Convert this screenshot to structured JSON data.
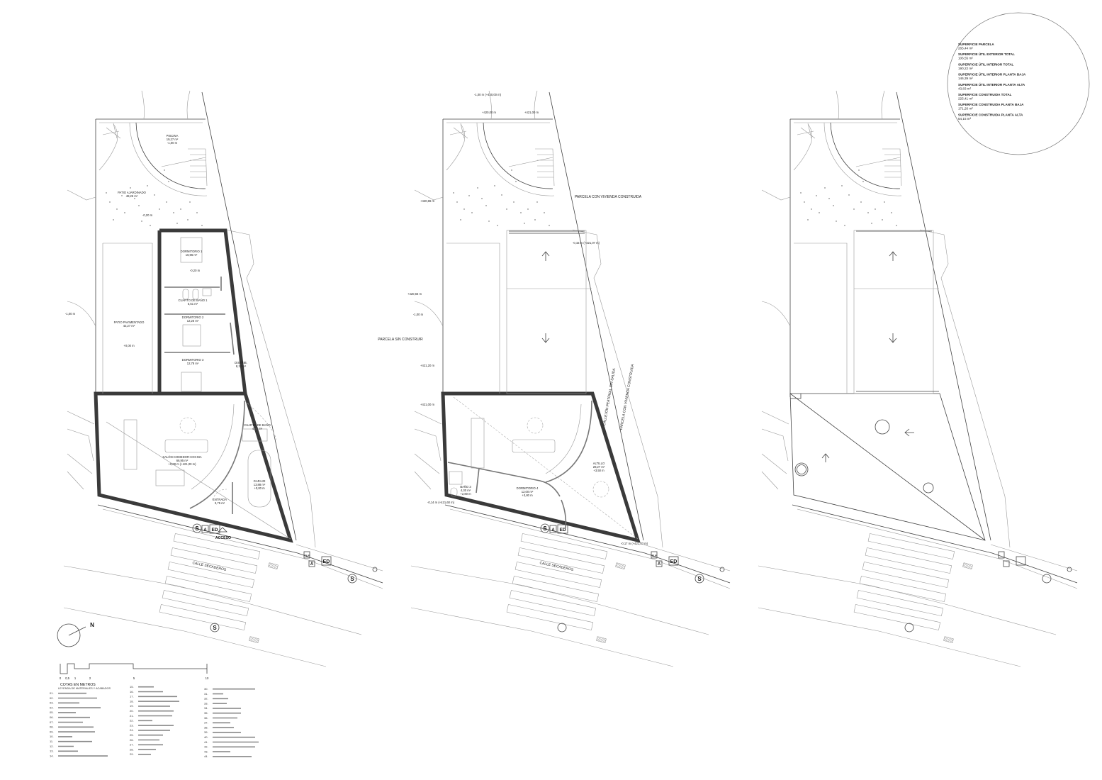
{
  "surfaces": [
    {
      "label": "SUPERFICIE PARCELA",
      "value": "265,44 m²"
    },
    {
      "label": "SUPERFICIE ÚTIL EXTERIOR TOTAL",
      "value": "106,55 m²"
    },
    {
      "label": "SUPERFICIE ÚTIL INTERIOR TOTAL",
      "value": "190,22 m²"
    },
    {
      "label": "SUPERFICIE ÚTIL INTERIOR PLANTA BAJA",
      "value": "146,39 m²"
    },
    {
      "label": "SUPERFICIE ÚTIL INTERIOR PLANTA ALTA",
      "value": "43,83 m²"
    },
    {
      "label": "SUPERFICIE CONSTRUIDA TOTAL",
      "value": "225,41 m²"
    },
    {
      "label": "SUPERFICIE CONSTRUIDA PLANTA BAJA",
      "value": "171,26 m²"
    },
    {
      "label": "SUPERFICIE CONSTRUIDA PLANTA ALTA",
      "value": "54,15 m²"
    }
  ],
  "plan1": {
    "rooms": [
      {
        "name": "PISCINA",
        "area": "19,27 m²",
        "level": "-1,00 m"
      },
      {
        "name": "PATIO AJARDINADO",
        "area": "48,26 m²",
        "level": "-0,20 m"
      },
      {
        "name": "DORMITORIO 1",
        "area": "16,96 m²",
        "level": "-0,20 m"
      },
      {
        "name": "CUARTO DE BAÑO 1",
        "area": "5,51 m²",
        "level": ""
      },
      {
        "name": "DORMITORIO 2",
        "area": "12,26 m²",
        "level": ""
      },
      {
        "name": "DORMITORIO 3",
        "area": "12,78 m²",
        "level": ""
      },
      {
        "name": "DISTRIB.",
        "area": "8,10 m²",
        "level": ""
      },
      {
        "name": "PATIO PAVIMENTADO",
        "area": "42,27 m²",
        "level": "+0,00 m"
      },
      {
        "name": "CUARTO DE BAÑO",
        "area": "4,18 m²",
        "level": ""
      },
      {
        "name": "SALÓN-COMEDOR-COCINA",
        "area": "66,95 m²",
        "level": "+0,00 m (+421,00 m)"
      },
      {
        "name": "GARAJE",
        "area": "13,88 m²",
        "level": "+0,00 m"
      },
      {
        "name": "ENTRADA",
        "area": "3,75 m²",
        "level": ""
      }
    ],
    "access": "ACCESO",
    "level_left": "-1,00 m"
  },
  "plan2": {
    "neighbor_built": "PARCELA CON VIVIENDA CONSTRUIDA",
    "neighbor_empty": "PARCELA SIN CONSTRUIR",
    "alley": "CALLEJÓN PEATONAL SIN SALIDA",
    "neighbor_built_side": "PARCELA CON VIVIENDA CONSTRUIDA",
    "top_level": "-1,00 m (+420,00 m)",
    "levels": [
      "+420,00 m",
      "+421,00 m",
      "+420,86 m",
      "-1,00 m",
      "+420,66 m",
      "-0,15 m (+421,07 m)",
      "+421,20 m",
      "+421,00 m",
      "-0,14 m (+421,60 m)",
      "-0,17 m (+421,83 m)"
    ],
    "rooms": [
      {
        "name": "ALTILLO",
        "area": "28,27 m²",
        "level": "+3,50 m"
      },
      {
        "name": "BAÑO 3",
        "area": "4,30 m²",
        "level": "+2,80 m"
      },
      {
        "name": "DORMITORIO 4",
        "area": "12,00 m²",
        "level": "+3,80 m"
      }
    ]
  },
  "street": {
    "name": "CALLE SECADEROS",
    "symbols": {
      "s": "S",
      "a": "A",
      "ed": "ED",
      "tlf": "TLF"
    }
  },
  "north": "N",
  "scale": {
    "ticks": [
      "0",
      "0,5",
      "1",
      "2",
      "5",
      "10"
    ],
    "caption": "COTAS EN METROS"
  },
  "legend": {
    "title": "LEYENDA DE MATERIALES Y ACABADOS",
    "numbers": [
      "01.",
      "02.",
      "03.",
      "04.",
      "05.",
      "06.",
      "07.",
      "08.",
      "09.",
      "10.",
      "11.",
      "12.",
      "13.",
      "14.",
      "15.",
      "16.",
      "17.",
      "18.",
      "19.",
      "20.",
      "21.",
      "22.",
      "23.",
      "24.",
      "25.",
      "26.",
      "27.",
      "28.",
      "29.",
      "30.",
      "31.",
      "32.",
      "33.",
      "34.",
      "35.",
      "36.",
      "37.",
      "38.",
      "39.",
      "40.",
      "41.",
      "42.",
      "43.",
      "44."
    ]
  }
}
